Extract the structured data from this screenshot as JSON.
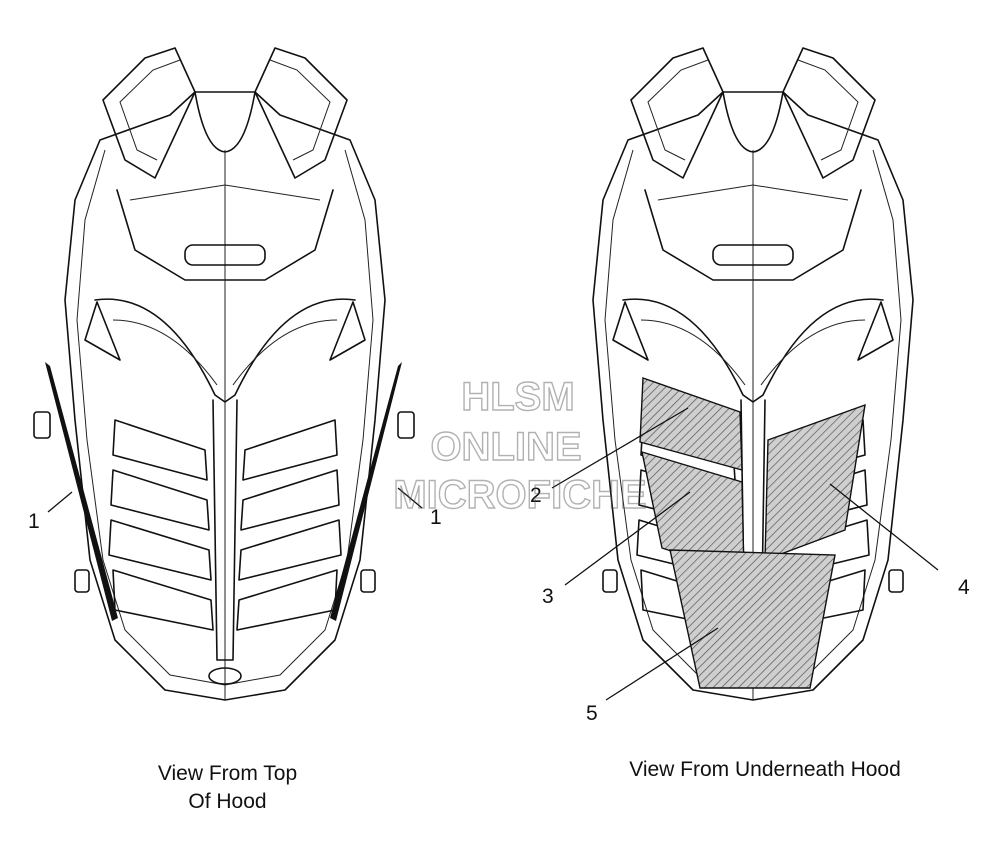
{
  "captions": {
    "top_view_line1": "View From Top",
    "top_view_line2": "Of Hood",
    "underneath_view": "View From Underneath Hood"
  },
  "callouts": {
    "left_view": [
      "1",
      "1"
    ],
    "right_view": [
      "2",
      "3",
      "4",
      "5"
    ]
  },
  "watermark": [
    "HLSM",
    "ONLINE",
    "MICROFICHE"
  ]
}
